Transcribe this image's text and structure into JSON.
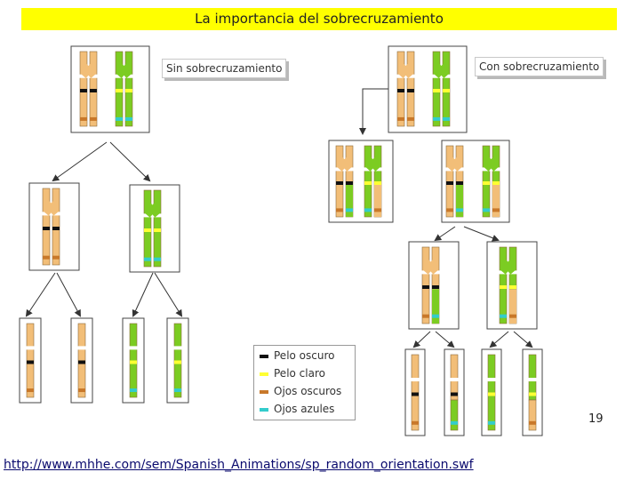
{
  "title": "La importancia del sobrecruzamiento",
  "labels": {
    "without": "Sin sobrecruzamiento",
    "with": "Con sobrecruzamiento"
  },
  "legend": [
    {
      "label": "Pelo oscuro",
      "color": "#111111"
    },
    {
      "label": "Pelo claro",
      "color": "#ffff33"
    },
    {
      "label": "Ojos oscuros",
      "color": "#c8782a"
    },
    {
      "label": "Ojos azules",
      "color": "#33cccc"
    }
  ],
  "page_number": "19",
  "source_url": "http://www.mhhe.com/sem/Spanish_Animations/sp_random_orientation.swf",
  "colors": {
    "orange_chromosome": "#f2be78",
    "green_chromosome": "#7ccc22",
    "title_bar": "#ffff00"
  }
}
